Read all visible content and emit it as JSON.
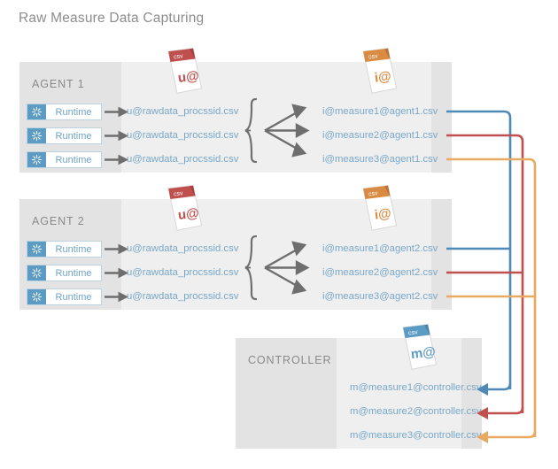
{
  "title": "Raw Measure Data Capturing",
  "colors": {
    "panel_dark": "#e3e3e3",
    "panel_mid": "#efefef",
    "text_grey": "#8a8a8a",
    "link_blue": "#79a8c9",
    "runtime_blue": "#5b9bc4",
    "route_blue": "#4e8ab5",
    "route_red": "#c0504d",
    "route_orange": "#e8a960",
    "csv_red": "#c0504d",
    "csv_orange": "#d98b43",
    "csv_blue": "#5b9bc4",
    "arrow_grey": "#6e6e6e"
  },
  "runtime_label": "Runtime",
  "csv_tab_label": "csv",
  "panels": [
    {
      "id": "agent1",
      "label": "AGENT 1",
      "doc_icon": {
        "name": "csv-doc-red-u-at",
        "glyph": "u@",
        "color": "#c0504d"
      },
      "out_doc_icon": {
        "name": "csv-doc-orange-i-at",
        "glyph": "i@",
        "color": "#d98b43"
      },
      "rows": [
        {
          "runtime": "Runtime",
          "raw_file": "u@rawdata_procssid.csv",
          "out_file": "i@measure1@agent1.csv",
          "route_color": "#4e8ab5"
        },
        {
          "runtime": "Runtime",
          "raw_file": "u@rawdata_procssid.csv",
          "out_file": "i@measure2@agent1.csv",
          "route_color": "#c0504d"
        },
        {
          "runtime": "Runtime",
          "raw_file": "u@rawdata_procssid.csv",
          "out_file": "i@measure3@agent1.csv",
          "route_color": "#e8a960"
        }
      ]
    },
    {
      "id": "agent2",
      "label": "AGENT 2",
      "doc_icon": {
        "name": "csv-doc-red-u-at",
        "glyph": "u@",
        "color": "#c0504d"
      },
      "out_doc_icon": {
        "name": "csv-doc-orange-i-at",
        "glyph": "i@",
        "color": "#d98b43"
      },
      "rows": [
        {
          "runtime": "Runtime",
          "raw_file": "u@rawdata_procssid.csv",
          "out_file": "i@measure1@agent2.csv",
          "route_color": "#4e8ab5"
        },
        {
          "runtime": "Runtime",
          "raw_file": "u@rawdata_procssid.csv",
          "out_file": "i@measure2@agent2.csv",
          "route_color": "#c0504d"
        },
        {
          "runtime": "Runtime",
          "raw_file": "u@rawdata_procssid.csv",
          "out_file": "i@measure3@agent2.csv",
          "route_color": "#e8a960"
        }
      ]
    }
  ],
  "controller": {
    "id": "controller",
    "label": "CONTROLLER",
    "doc_icon": {
      "name": "csv-doc-blue-m-at",
      "glyph": "m@",
      "color": "#5b9bc4"
    },
    "rows": [
      {
        "file": "m@measure1@controller.csv",
        "route_color": "#4e8ab5"
      },
      {
        "file": "m@measure2@controller.csv",
        "route_color": "#c0504d"
      },
      {
        "file": "m@measure3@controller.csv",
        "route_color": "#e8a960"
      }
    ]
  }
}
